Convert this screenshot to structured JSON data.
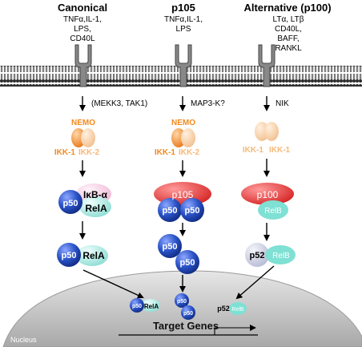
{
  "pathways": [
    {
      "title": "Canonical",
      "ligands": [
        "TNFα,IL-1,",
        "LPS,",
        "CD40L"
      ],
      "kinase": "(MEKK3, TAK1)",
      "nemo": "NEMO",
      "ikk_left": "IKK-1",
      "ikk_right": "IKK-2",
      "complex": {
        "top": "IκB-α",
        "left": "p50",
        "right": "RelA"
      },
      "dimer": {
        "left": "p50",
        "right": "RelA"
      },
      "nuclear": {
        "left": "p50",
        "right": "RelA"
      }
    },
    {
      "title": "p105",
      "ligands": [
        "TNFα,IL-1,",
        "LPS"
      ],
      "kinase": "MAP3-K?",
      "nemo": "NEMO",
      "ikk_left": "IKK-1",
      "ikk_right": "IKK-2",
      "complex": {
        "top": "p105",
        "left": "p50",
        "right": "p50"
      },
      "dimer": {
        "left": "p50",
        "right": "p50"
      },
      "nuclear": {
        "left": "p50",
        "right": "p50"
      }
    },
    {
      "title": "Alternative (p100)",
      "ligands": [
        "LTα, LTβ",
        "CD40L,",
        "BAFF,",
        "RANKL"
      ],
      "kinase": "NIK",
      "ikk_left": "IKK-1",
      "ikk_right": "IKK-1",
      "complex": {
        "top": "p100",
        "right": "RelB"
      },
      "dimer": {
        "left": "p52",
        "right": "RelB"
      },
      "nuclear": {
        "left": "p52",
        "right": "RelB"
      }
    }
  ],
  "nucleus": {
    "label": "Nucleus",
    "target_genes": "Target Genes"
  },
  "colors": {
    "orange": "#F28A1E",
    "light_orange": "#F6B97A",
    "blue": "#2A53C8",
    "teal": "#9FE3DC",
    "red": "#E23B3B",
    "pink": "#F4CFE2",
    "gray_p52": "#C9CCE0",
    "nucleus": "#BDBDBD"
  }
}
